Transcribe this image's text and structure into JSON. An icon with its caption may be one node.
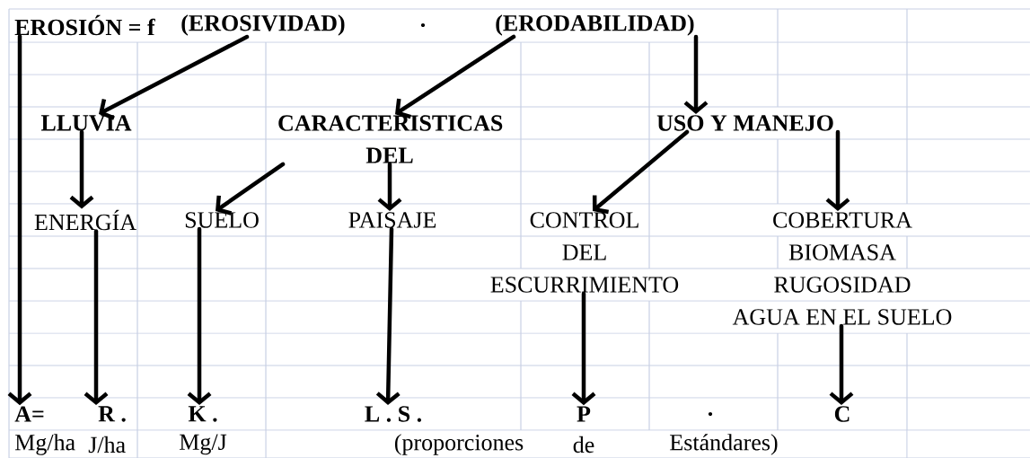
{
  "diagram": {
    "nodes": [
      {
        "text": [
          "EROSIÓN = f"
        ]
      },
      {
        "text": [
          "(EROSIVIDAD)"
        ]
      },
      {
        "text": [
          "(ERODABILIDAD)"
        ]
      },
      {
        "text": [
          "LLUVIA"
        ]
      },
      {
        "text": [
          "CARACTERISTICAS DEL"
        ]
      },
      {
        "text": [
          "USO Y MANEJO"
        ]
      },
      {
        "text": [
          "ENERGÍA"
        ]
      },
      {
        "text": [
          "SUELO"
        ]
      },
      {
        "text": [
          "PAISAJE"
        ]
      },
      {
        "text": [
          "CONTROL DEL ESCURRIMIENTO"
        ]
      },
      {
        "text": [
          "COBERTURA",
          "BIOMASA",
          "RUGOSIDAD",
          "AGUA EN EL SUELO"
        ]
      },
      {
        "text": [
          "A="
        ]
      },
      {
        "text": [
          "R ."
        ]
      },
      {
        "text": [
          "K ."
        ]
      },
      {
        "text": [
          "L . S ."
        ]
      },
      {
        "text": [
          "P"
        ]
      },
      {
        "text": [
          "C"
        ]
      }
    ],
    "edges": [
      {
        "from": 0,
        "to": 11,
        "arrow": "to"
      },
      {
        "from": 1,
        "to": 3,
        "arrow": "to"
      },
      {
        "from": 2,
        "to": 4,
        "arrow": "to"
      },
      {
        "from": 2,
        "to": 5,
        "arrow": "to"
      },
      {
        "from": 3,
        "to": 6,
        "arrow": "to"
      },
      {
        "from": 4,
        "to": 7,
        "arrow": "to"
      },
      {
        "from": 4,
        "to": 8,
        "arrow": "to"
      },
      {
        "from": 5,
        "to": 9,
        "arrow": "to"
      },
      {
        "from": 5,
        "to": 10,
        "arrow": "to"
      },
      {
        "from": 6,
        "to": 12,
        "arrow": "to"
      },
      {
        "from": 7,
        "to": 13,
        "arrow": "to"
      },
      {
        "from": 8,
        "to": 14,
        "arrow": "to"
      },
      {
        "from": 9,
        "to": 15,
        "arrow": "to"
      },
      {
        "from": 10,
        "to": 16,
        "arrow": "to"
      }
    ],
    "labels": [
      ".",
      ".",
      "Mg/ha",
      "J/ha",
      "Mg/J",
      "(proporciones",
      "de",
      "Estándares)"
    ]
  }
}
